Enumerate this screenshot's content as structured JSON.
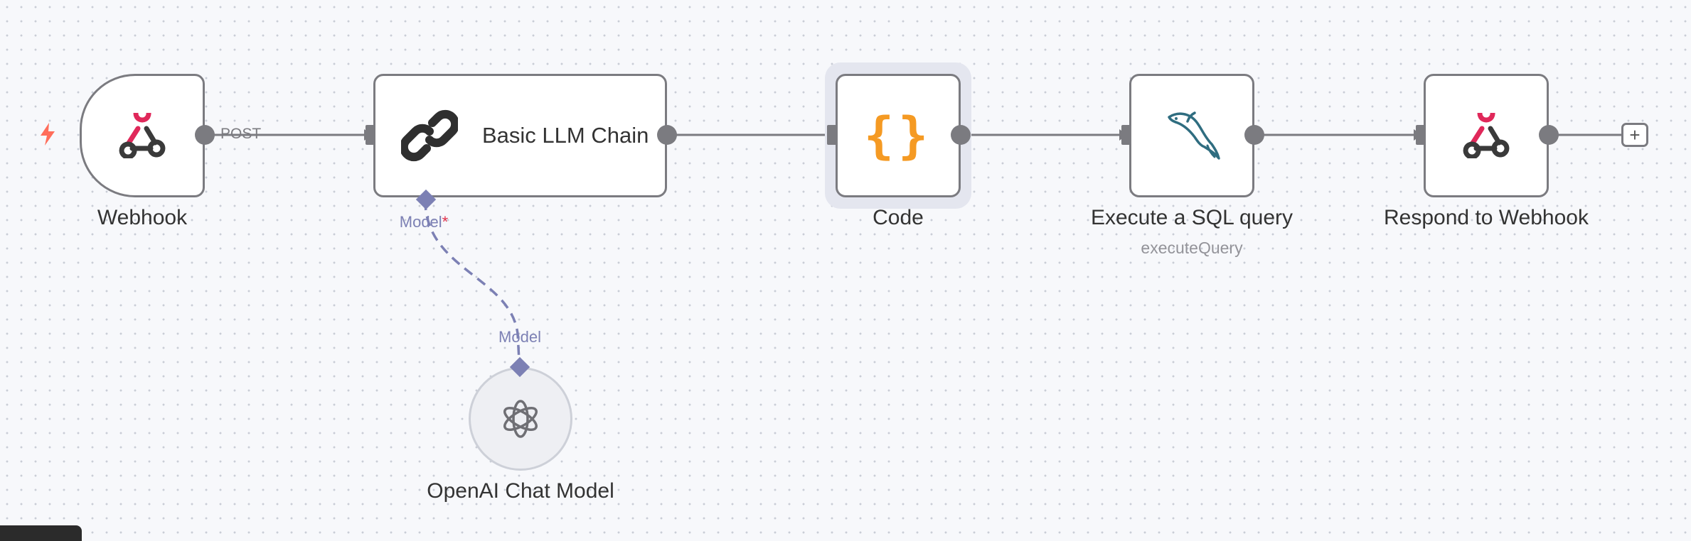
{
  "canvas": {
    "nodes": {
      "webhook": {
        "label": "Webhook",
        "icon": "webhook-icon"
      },
      "llm_chain": {
        "title": "Basic LLM Chain",
        "icon": "chain-link-icon"
      },
      "code": {
        "label": "Code",
        "icon": "curly-braces-icon",
        "glyph": "{}"
      },
      "sql": {
        "label": "Execute a SQL query",
        "sublabel": "executeQuery",
        "icon": "mysql-dolphin-icon"
      },
      "respond": {
        "label": "Respond to Webhook",
        "icon": "webhook-icon"
      },
      "openai": {
        "label": "OpenAI Chat Model",
        "icon": "openai-icon"
      }
    },
    "connections": {
      "webhook_output_label": "POST",
      "model_port_label": "Model",
      "model_port_required": "*",
      "model_output_label": "Model"
    },
    "add_button_glyph": "+"
  },
  "colors": {
    "node_border": "#7b7b80",
    "accent_webhook": "#e0285a",
    "code_braces": "#f59a23",
    "ai_port": "#7c80b4",
    "trigger_bolt": "#ff6d5a",
    "mysql_dolphin": "#2f6d80"
  }
}
